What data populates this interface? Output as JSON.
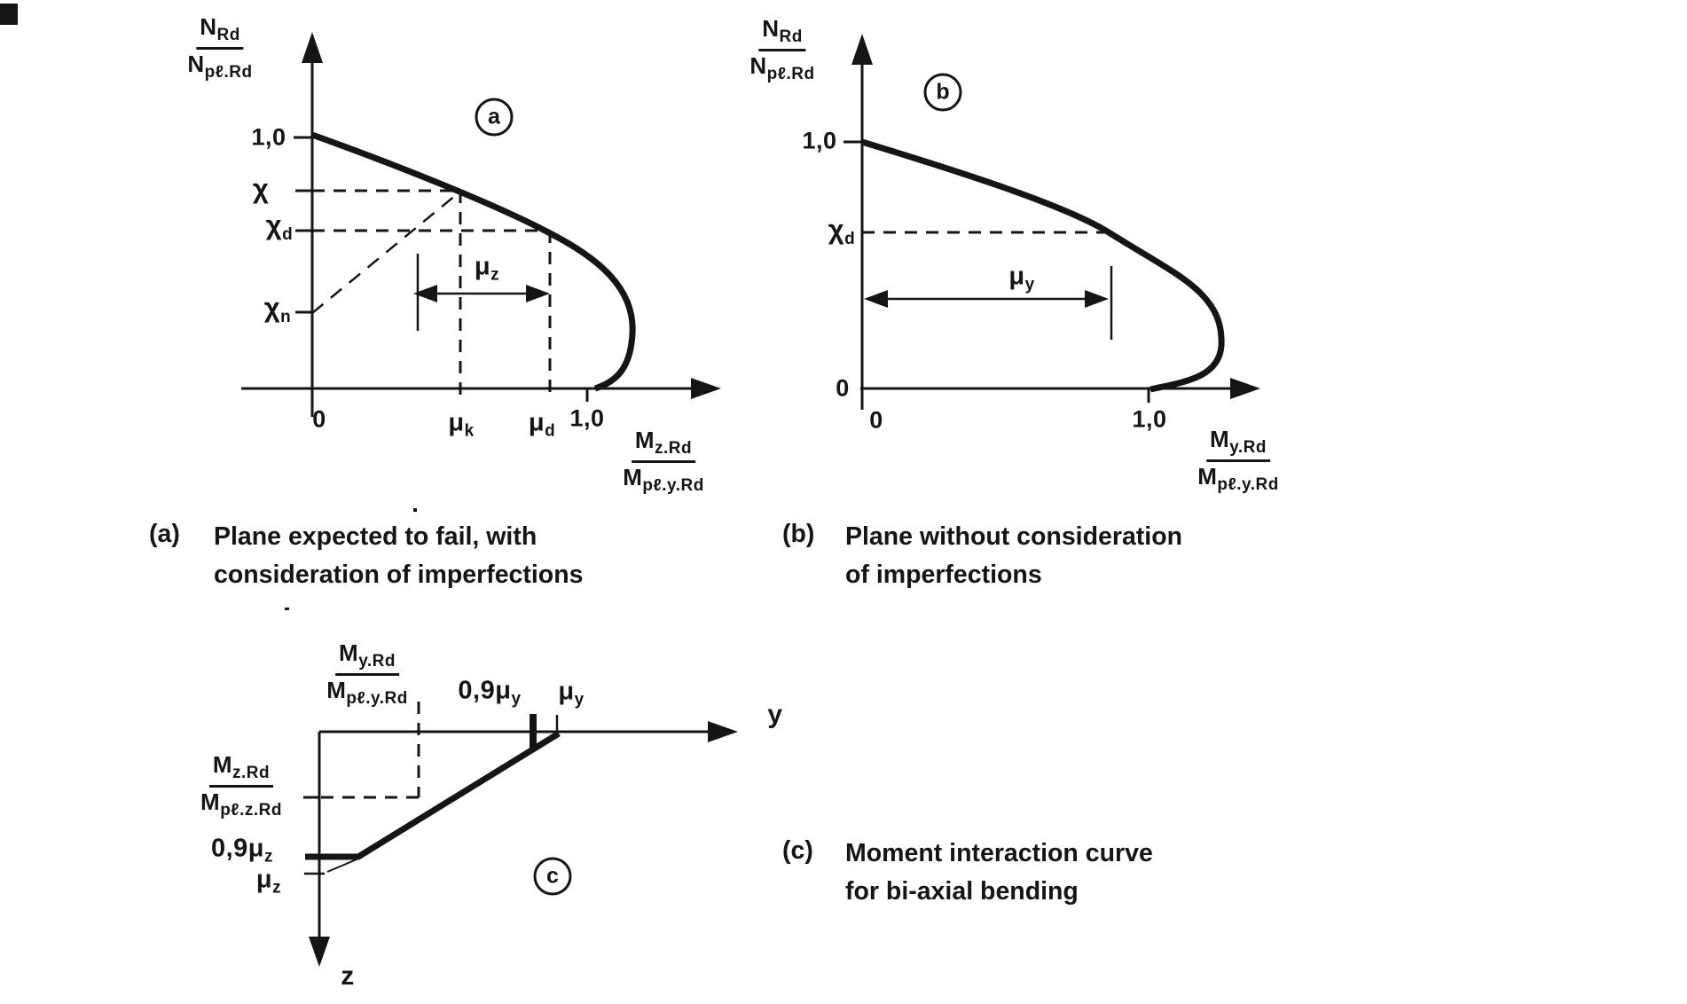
{
  "colors": {
    "ink": "#151515",
    "paper": "#ffffff"
  },
  "panel_a": {
    "badge": "a",
    "y_axis_fraction": {
      "num_main": "N",
      "num_sub": "Rd",
      "den_main": "N",
      "den_sub": "pℓ.Rd"
    },
    "x_axis_fraction": {
      "num_main": "M",
      "num_sub": "z.Rd",
      "den_main": "M",
      "den_sub": "pℓ.y.Rd"
    },
    "y_tick_one": "1,0",
    "chi": "χ",
    "chi_d": {
      "main": "χ",
      "sub": "d"
    },
    "chi_n": {
      "main": "χ",
      "sub": "n"
    },
    "mu_z": {
      "main": "μ",
      "sub": "z"
    },
    "x_tick_zero": "0",
    "mu_k": {
      "main": "μ",
      "sub": "k"
    },
    "mu_d": {
      "main": "μ",
      "sub": "d"
    },
    "x_tick_one": "1,0",
    "caption": {
      "tag": "(a)",
      "line1": "Plane expected to fail, with",
      "line2": "consideration of imperfections"
    }
  },
  "panel_b": {
    "badge": "b",
    "y_axis_fraction": {
      "num_main": "N",
      "num_sub": "Rd",
      "den_main": "N",
      "den_sub": "pℓ.Rd"
    },
    "x_axis_fraction": {
      "num_main": "M",
      "num_sub": "y.Rd",
      "den_main": "M",
      "den_sub": "pℓ.y.Rd"
    },
    "y_tick_one": "1,0",
    "y_tick_zero": "0",
    "chi_d": {
      "main": "χ",
      "sub": "d"
    },
    "mu_y": {
      "main": "μ",
      "sub": "y"
    },
    "x_tick_zero": "0",
    "x_tick_one": "1,0",
    "caption": {
      "tag": "(b)",
      "line1": "Plane without consideration",
      "line2": "of imperfections"
    }
  },
  "panel_c": {
    "badge": "c",
    "top_fraction": {
      "num_main": "M",
      "num_sub": "y.Rd",
      "den_main": "M",
      "den_sub": "pℓ.y.Rd"
    },
    "left_fraction": {
      "num_main": "M",
      "num_sub": "z.Rd",
      "den_main": "M",
      "den_sub": "pℓ.z.Rd"
    },
    "nine_tenths_mu_y": {
      "main": "0,9μ",
      "sub": "y"
    },
    "mu_y": {
      "main": "μ",
      "sub": "y"
    },
    "nine_tenths_mu_z": {
      "main": "0,9μ",
      "sub": "z"
    },
    "mu_z": {
      "main": "μ",
      "sub": "z"
    },
    "y_axis_letter": "y",
    "z_axis_letter": "z",
    "caption": {
      "tag": "(c)",
      "line1": "Moment interaction curve",
      "line2": "for bi-axial bending"
    }
  }
}
